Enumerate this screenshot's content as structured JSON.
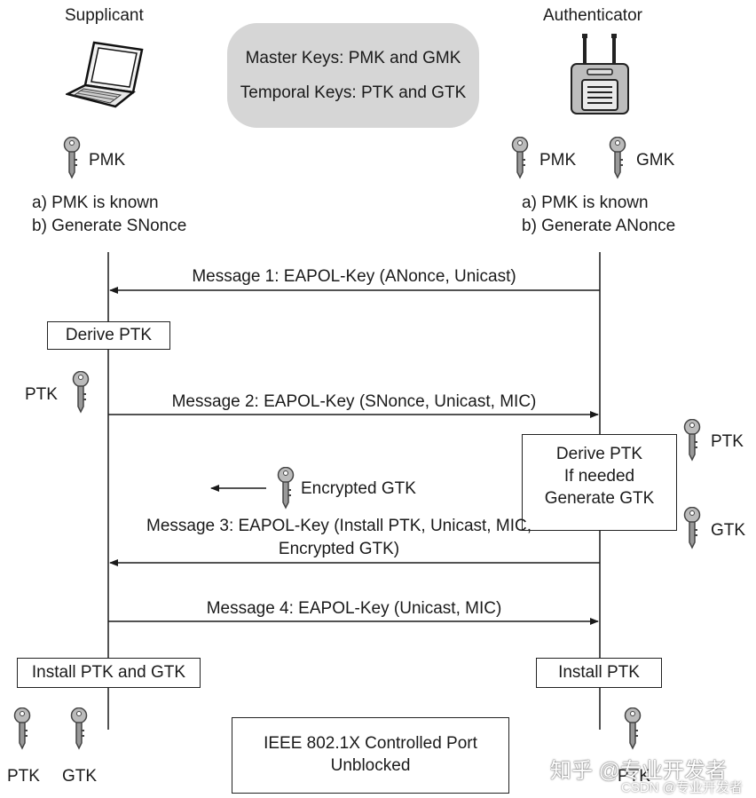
{
  "supplicant": {
    "title": "Supplicant",
    "key_label": "PMK",
    "steps": [
      "a) PMK is known",
      "b) Generate SNonce"
    ]
  },
  "authenticator": {
    "title": "Authenticator",
    "key_labels": [
      "PMK",
      "GMK"
    ],
    "steps": [
      "a) PMK is known",
      "b) Generate ANonce"
    ]
  },
  "keys_bubble": {
    "line1": "Master Keys: PMK and GMK",
    "line2": "Temporal Keys: PTK and GTK"
  },
  "messages": {
    "m1": "Message 1: EAPOL-Key (ANonce, Unicast)",
    "m2": "Message 2: EAPOL-Key (SNonce, Unicast, MIC)",
    "m3_line1": "Message 3: EAPOL-Key (Install PTK, Unicast, MIC,",
    "m3_line2": "Encrypted GTK)",
    "m4": "Message 4: EAPOL-Key (Unicast, MIC)"
  },
  "boxes": {
    "derive_supplicant": "Derive PTK",
    "derive_auth": [
      "Derive PTK",
      "If needed",
      "Generate GTK"
    ],
    "install_supplicant": "Install PTK and GTK",
    "install_auth": "Install PTK",
    "port": [
      "IEEE 802.1X Controlled Port",
      "Unblocked"
    ]
  },
  "labels": {
    "ptk_supplicant": "PTK",
    "encrypted_gtk": "Encrypted GTK",
    "ptk_auth": "PTK",
    "gtk_auth": "GTK",
    "final_ptk_s": "PTK",
    "final_gtk_s": "GTK",
    "final_ptk_a": "PTK"
  },
  "watermark": {
    "main": "知乎 @专业开发者",
    "small": "CSDN @专业开发者"
  }
}
